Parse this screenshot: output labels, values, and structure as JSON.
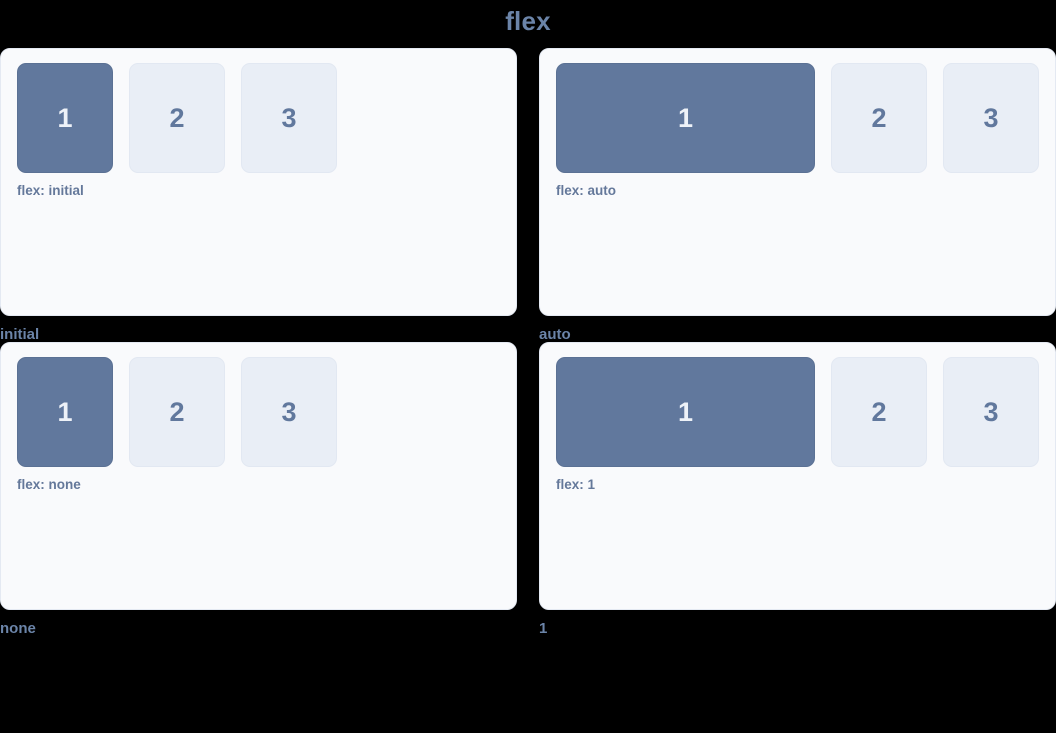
{
  "page": {
    "title": "flex",
    "background_color": "#000000",
    "title_color": "#6b84a8"
  },
  "colors": {
    "panel_background": "#f9fafc",
    "panel_border": "#e4e9f2",
    "box_primary_fill": "#61789d",
    "box_primary_text": "#eef2f8",
    "box_secondary_fill": "#e9eef6",
    "box_secondary_text": "#61789d",
    "note_text": "#64789a",
    "caption_text": "#6b84a8"
  },
  "demos": [
    {
      "caption": "initial",
      "note": "flex: initial",
      "mode": "mode-initial",
      "boxes": [
        {
          "label": "1",
          "variant": "primary"
        },
        {
          "label": "2",
          "variant": "secondary"
        },
        {
          "label": "3",
          "variant": "secondary"
        }
      ]
    },
    {
      "caption": "auto",
      "note": "flex: auto",
      "mode": "mode-auto",
      "boxes": [
        {
          "label": "1",
          "variant": "primary"
        },
        {
          "label": "2",
          "variant": "secondary"
        },
        {
          "label": "3",
          "variant": "secondary"
        }
      ]
    },
    {
      "caption": "none",
      "note": "flex: none",
      "mode": "mode-none",
      "boxes": [
        {
          "label": "1",
          "variant": "primary"
        },
        {
          "label": "2",
          "variant": "secondary"
        },
        {
          "label": "3",
          "variant": "secondary"
        }
      ]
    },
    {
      "caption": "1",
      "note": "flex: 1",
      "mode": "mode-one",
      "boxes": [
        {
          "label": "1",
          "variant": "primary"
        },
        {
          "label": "2",
          "variant": "secondary"
        },
        {
          "label": "3",
          "variant": "secondary"
        }
      ]
    }
  ]
}
